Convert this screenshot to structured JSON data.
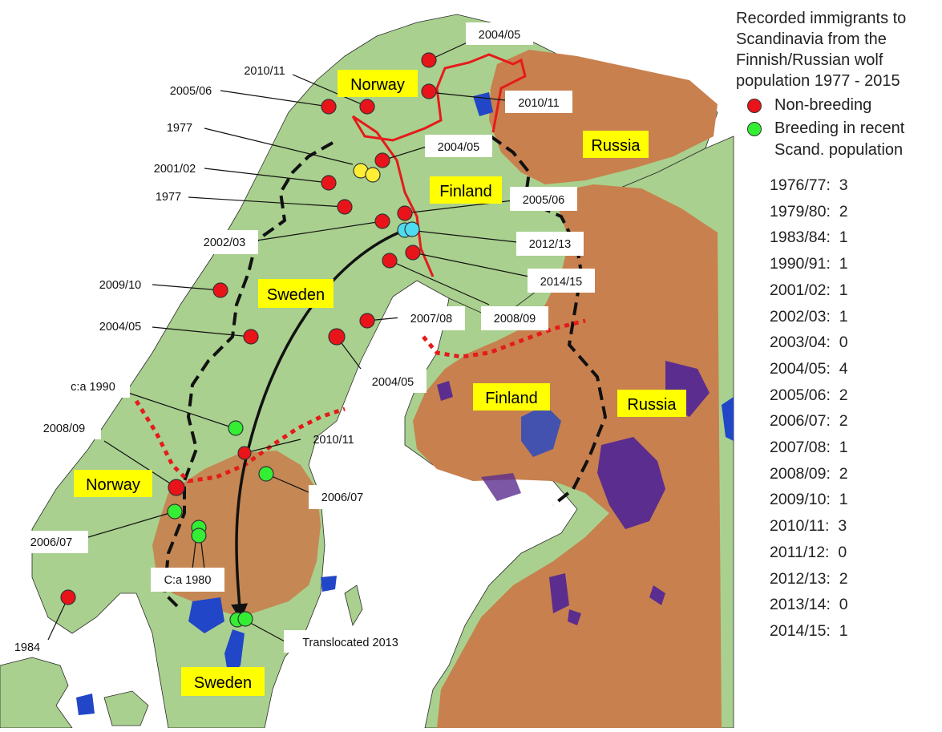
{
  "title": "Recorded immigrants to Scandinavia from the Finnish/Russian wolf population 1977 - 2015",
  "colors": {
    "sea": "#ffffff",
    "land": "#a9d08e",
    "wolf_range": "#c8804e",
    "water": "#2146c7",
    "lake_purple": "#5b2d8f",
    "non_breeding": "#e8141a",
    "breeding": "#33ee33",
    "yellow_marker": "#ffee33",
    "cyan_marker": "#4fdcf0",
    "region_label_bg": "#ffff00",
    "border_red": "#e51b1b",
    "border_black": "#111111",
    "dotted_red": "#e51b1b"
  },
  "legend": {
    "items": [
      {
        "label": "Non-breeding",
        "color": "#e8141a"
      },
      {
        "label": "Breeding in recent Scand. population",
        "color": "#33ee33"
      }
    ]
  },
  "yearly_counts": [
    {
      "season": "1976/77:",
      "count": "3"
    },
    {
      "season": "1979/80:",
      "count": "2"
    },
    {
      "season": "1983/84:",
      "count": "1"
    },
    {
      "season": "1990/91:",
      "count": "1"
    },
    {
      "season": "2001/02:",
      "count": "1"
    },
    {
      "season": "2002/03:",
      "count": "1"
    },
    {
      "season": "2003/04:",
      "count": "0"
    },
    {
      "season": "2004/05:",
      "count": "4"
    },
    {
      "season": "2005/06:",
      "count": "2"
    },
    {
      "season": "2006/07:",
      "count": "2"
    },
    {
      "season": "2007/08:",
      "count": "1"
    },
    {
      "season": "2008/09:",
      "count": "2"
    },
    {
      "season": "2009/10:",
      "count": "1"
    },
    {
      "season": "2010/11:",
      "count": "3"
    },
    {
      "season": "2011/12:",
      "count": "0"
    },
    {
      "season": "2012/13:",
      "count": "2"
    },
    {
      "season": "2013/14:",
      "count": "0"
    },
    {
      "season": "2014/15:",
      "count": "1"
    }
  ],
  "regions": [
    {
      "id": "norway-north",
      "label": "Norway"
    },
    {
      "id": "russia-north",
      "label": "Russia"
    },
    {
      "id": "finland-north",
      "label": "Finland"
    },
    {
      "id": "sweden-north",
      "label": "Sweden"
    },
    {
      "id": "finland-south",
      "label": "Finland"
    },
    {
      "id": "russia-south",
      "label": "Russia"
    },
    {
      "id": "norway-south",
      "label": "Norway"
    },
    {
      "id": "sweden-south",
      "label": "Sweden"
    }
  ],
  "observations": [
    {
      "id": "obs-1",
      "label": "2004/05",
      "type": "non-breeding"
    },
    {
      "id": "obs-2",
      "label": "2010/11",
      "type": "non-breeding"
    },
    {
      "id": "obs-3",
      "label": "2010/11",
      "type": "non-breeding"
    },
    {
      "id": "obs-4",
      "label": "2005/06",
      "type": "non-breeding"
    },
    {
      "id": "obs-5",
      "label": "1977",
      "type": "non-breeding"
    },
    {
      "id": "obs-6",
      "label": "2004/05",
      "type": "non-breeding"
    },
    {
      "id": "obs-7",
      "label": "2001/02",
      "type": "other"
    },
    {
      "id": "obs-8",
      "label": "1977",
      "type": "non-breeding"
    },
    {
      "id": "obs-9",
      "label": "2005/06",
      "type": "non-breeding"
    },
    {
      "id": "obs-10",
      "label": "2002/03",
      "type": "non-breeding"
    },
    {
      "id": "obs-11",
      "label": "2012/13",
      "type": "translocated"
    },
    {
      "id": "obs-12",
      "label": "2014/15",
      "type": "non-breeding"
    },
    {
      "id": "obs-13",
      "label": "2008/09",
      "type": "non-breeding"
    },
    {
      "id": "obs-14",
      "label": "2009/10",
      "type": "non-breeding"
    },
    {
      "id": "obs-15",
      "label": "2007/08",
      "type": "non-breeding"
    },
    {
      "id": "obs-16",
      "label": "2004/05",
      "type": "non-breeding"
    },
    {
      "id": "obs-17",
      "label": "2004/05",
      "type": "non-breeding"
    },
    {
      "id": "obs-18",
      "label": "c:a 1990",
      "type": "breeding"
    },
    {
      "id": "obs-19",
      "label": "2010/11",
      "type": "non-breeding"
    },
    {
      "id": "obs-20",
      "label": "2008/09",
      "type": "non-breeding"
    },
    {
      "id": "obs-21",
      "label": "2006/07",
      "type": "breeding"
    },
    {
      "id": "obs-22",
      "label": "2006/07",
      "type": "breeding"
    },
    {
      "id": "obs-23",
      "label": "C:a 1980",
      "type": "breeding"
    },
    {
      "id": "obs-24",
      "label": "1984",
      "type": "non-breeding"
    },
    {
      "id": "obs-25",
      "label": "Translocated 2013",
      "type": "breeding"
    }
  ]
}
